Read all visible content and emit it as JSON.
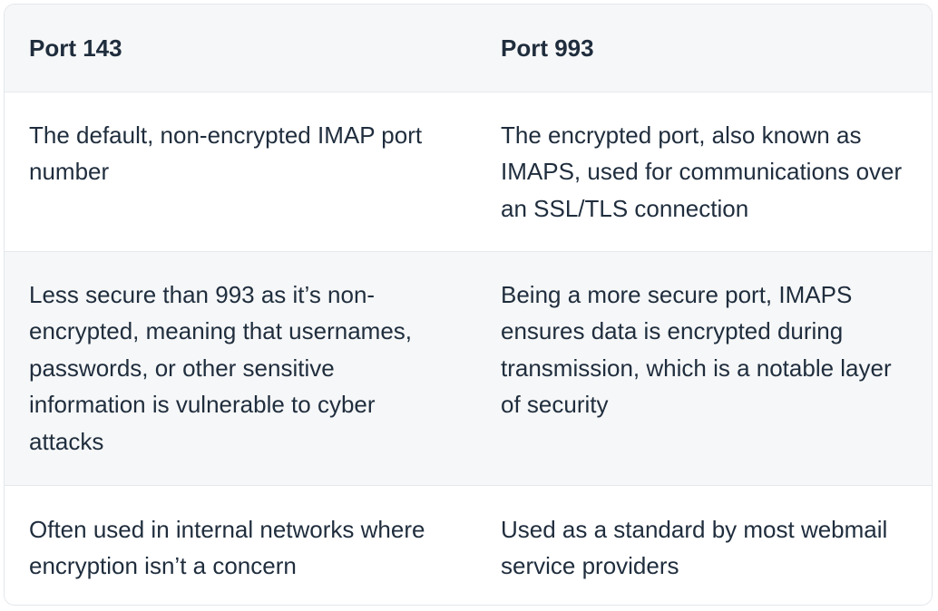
{
  "table": {
    "headers": [
      "Port 143",
      "Port 993"
    ],
    "rows": [
      [
        "The default, non-encrypted IMAP port number",
        "The encrypted port, also known as IMAPS, used for communications over an SSL/TLS connection"
      ],
      [
        "Less secure than 993 as it’s non-encrypted, meaning that usernames, passwords, or other sensitive information is vulnerable to cyber attacks",
        "Being a more secure port, IMAPS ensures data is encrypted during transmission, which is a notable layer of security"
      ],
      [
        "Often used in internal networks where encryption isn’t a concern",
        "Used as a standard by most webmail service providers"
      ]
    ]
  },
  "colors": {
    "text": "#1f2d3d",
    "header_bg": "#f6f7f8",
    "alt_row_bg": "#f6f7f8",
    "border": "#e3e7eb"
  }
}
